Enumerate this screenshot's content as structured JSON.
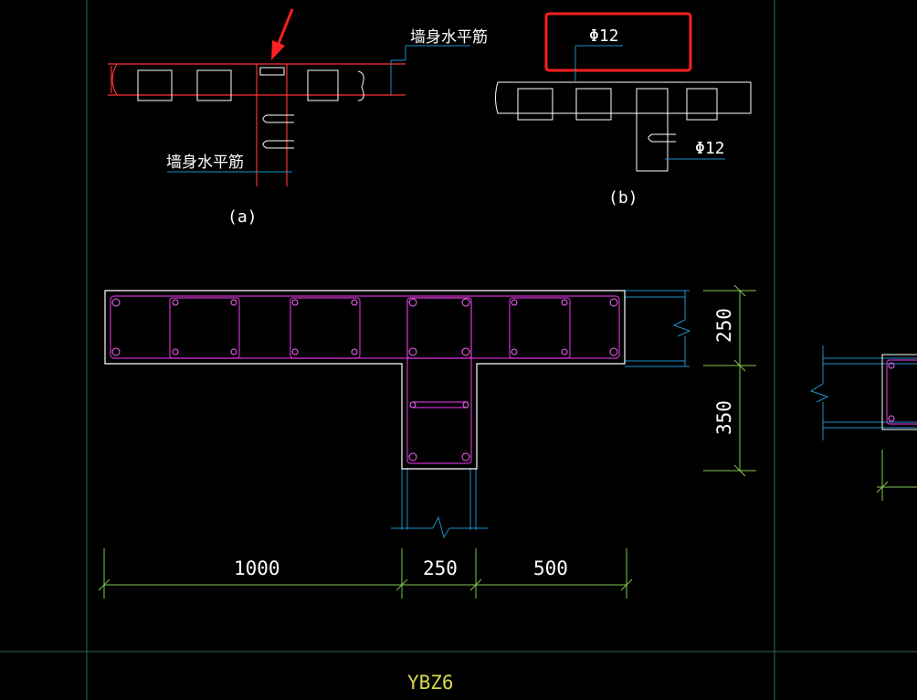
{
  "colors": {
    "background": "#000000",
    "frame": "#2a6e50",
    "wall_outline": "#ffffff",
    "rebar": "#c832c8",
    "rebar_dots": "#ff66ff",
    "wall_lines": "#1e90c8",
    "dimension": "#7ec850",
    "label": "#ffffff",
    "title": "#d8d84a",
    "highlight_red": "#ff2020",
    "red_lines": "#ff3030"
  },
  "detail_a": {
    "label_top": "墙身水平筋",
    "label_bottom": "墙身水平筋",
    "caption": "(a)"
  },
  "detail_b": {
    "label_top": "Φ12",
    "label_right": "Φ12",
    "caption": "(b)"
  },
  "section": {
    "dim_1000": "1000",
    "dim_250_bottom": "250",
    "dim_500": "500",
    "dim_250_right": "250",
    "dim_350": "350"
  },
  "title_label": "YBZ6"
}
